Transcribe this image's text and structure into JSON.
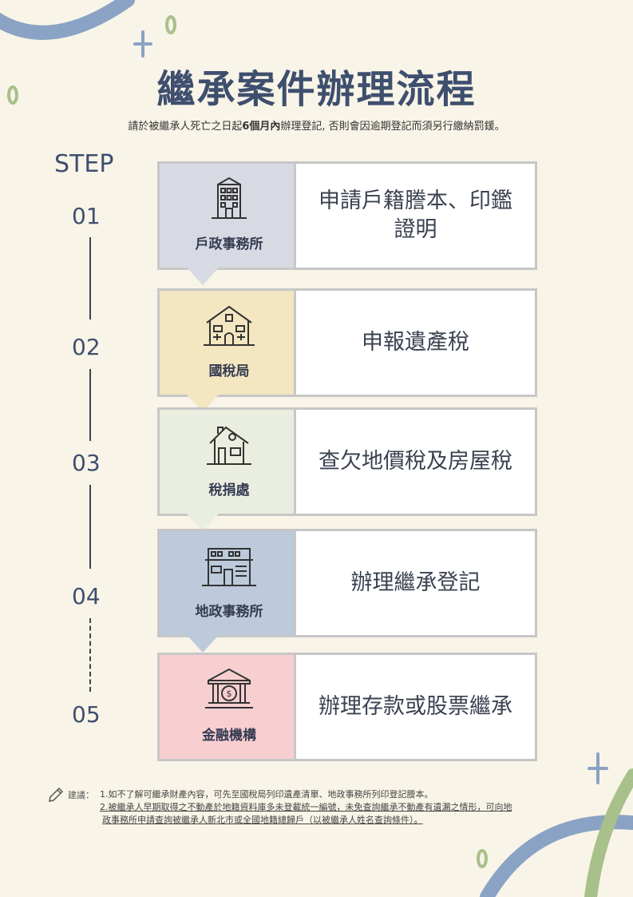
{
  "page": {
    "title": "繼承案件辦理流程",
    "subtitle": {
      "before": "請於被繼承人死亡之日起",
      "bold": "6個月內",
      "after": "辦理登記, 否則會因逾期登記而須另行繳納罰鍰。"
    }
  },
  "steps_label": "STEP",
  "steps": [
    {
      "number": "01",
      "office": "戶政事務所",
      "task": "申請戶籍謄本、印鑑證明",
      "color": "#d8dae3",
      "icon": "apartment-building-icon"
    },
    {
      "number": "02",
      "office": "國稅局",
      "task": "申報遺產稅",
      "color": "#f3e6c1",
      "icon": "house-icon"
    },
    {
      "number": "03",
      "office": "稅捐處",
      "task": "查欠地價稅及房屋稅",
      "color": "#eaeee0",
      "icon": "home-icon"
    },
    {
      "number": "04",
      "office": "地政事務所",
      "task": "辦理繼承登記",
      "color": "#bccadb",
      "icon": "office-building-icon"
    },
    {
      "number": "05",
      "office": "金融機構",
      "task": "辦理存款或股票繼承",
      "color": "#f8cfd1",
      "icon": "bank-icon"
    }
  ],
  "tips": {
    "label": "建議：",
    "items": [
      "1.如不了解可繼承財產內容，可先至國稅局列印遺產清單、地政事務所列印登記謄本。",
      "2.被繼承人早期取得之不動產於地籍資料庫多未登載統一編號，未免查詢繼承不動產有遺漏之情形，可向地",
      "政事務所申請查詢被繼承人新北市或全國地籍總歸戶（以被繼承人姓名查詢條件）。"
    ]
  },
  "colors": {
    "title": "#3e4f6e",
    "background": "#f9f4e8",
    "decor_blue": "#8aa3c4",
    "decor_green": "#a8c08a"
  }
}
